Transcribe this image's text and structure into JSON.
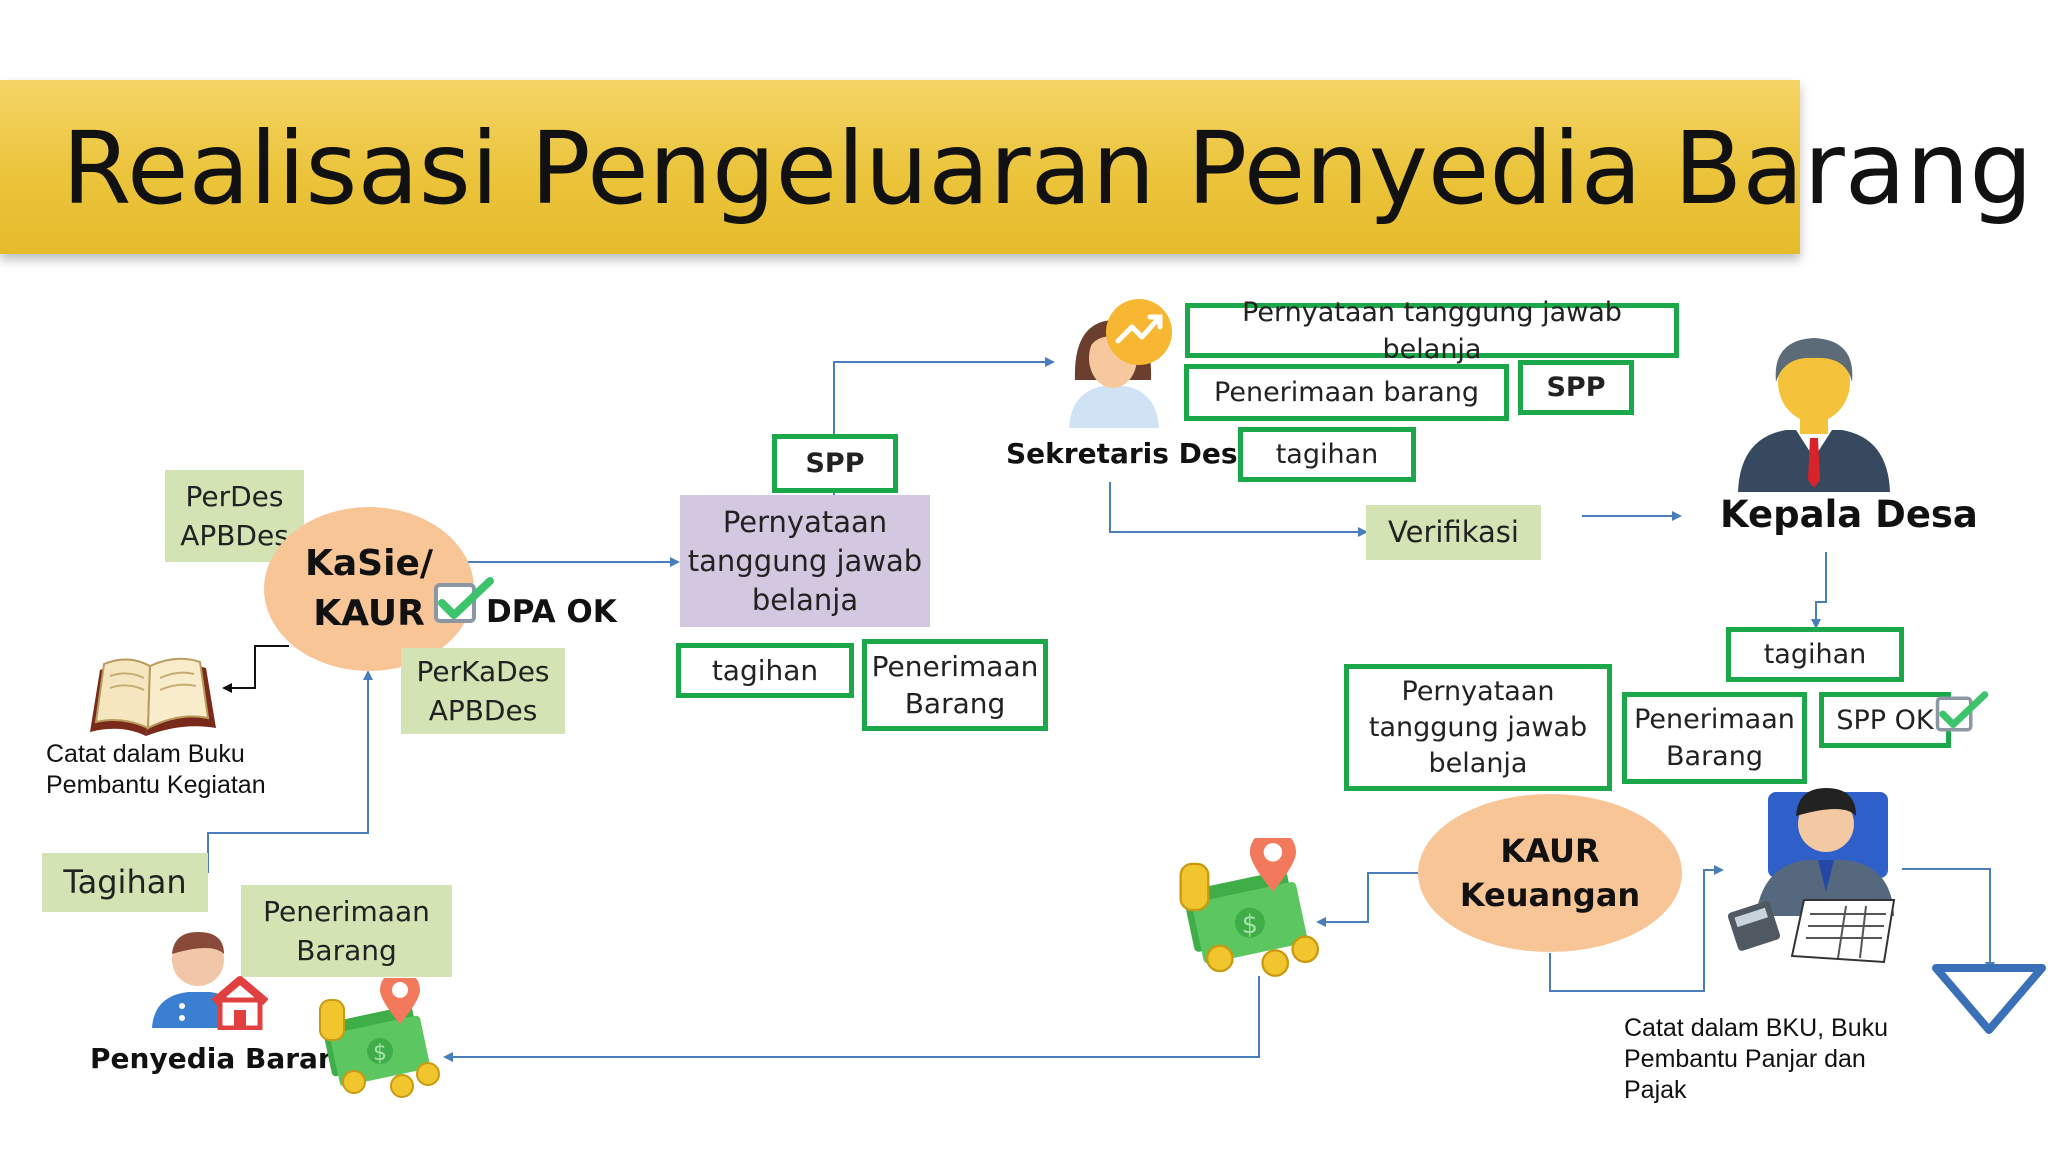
{
  "title": "Realisasi Pengeluaran Penyedia Barang",
  "colors": {
    "banner": "#ebc43b",
    "green_border": "#1aa84b",
    "light_green": "#d4e3b4",
    "purple": "#d4c8e1",
    "orange_oval": "#f8c597",
    "arrow": "#4a7ebb"
  },
  "kasie": {
    "line1": "KaSie/",
    "line2": "KAUR"
  },
  "perdes": {
    "line1": "PerDes",
    "line2": "APBDes"
  },
  "dpa_ok": "DPA OK",
  "perkades": {
    "line1": "PerKaDes",
    "line2": "APBDes"
  },
  "buku": {
    "line1": "Catat dalam Buku",
    "line2": "Pembantu Kegiatan"
  },
  "tagihan_left": "Tagihan",
  "penerimaan_left": {
    "line1": "Penerimaan",
    "line2": "Barang"
  },
  "penyedia": "Penyedia Barang",
  "spp_mid": "SPP",
  "pertanggung_mid": {
    "line1": "Pernyataan",
    "line2": "tanggung jawab",
    "line3": "belanja"
  },
  "tagihan_mid": "tagihan",
  "penerimaan_mid": {
    "line1": "Penerimaan",
    "line2": "Barang"
  },
  "sekretaris": "Sekretaris Desa",
  "top_pertanggung": "Pernyataan tanggung jawab belanja",
  "top_penerimaan": "Penerimaan barang",
  "top_spp": "SPP",
  "top_tagihan": "tagihan",
  "verifikasi": "Verifikasi",
  "kepala": "Kepala Desa",
  "right_tagihan": "tagihan",
  "right_pertanggung": {
    "line1": "Pernyataan",
    "line2": "tanggung jawab",
    "line3": "belanja"
  },
  "right_penerimaan": {
    "line1": "Penerimaan",
    "line2": "Barang"
  },
  "spp_ok": "SPP OK",
  "kaur_keu": {
    "line1": "KAUR",
    "line2": "Keuangan"
  },
  "bku": {
    "line1": "Catat dalam BKU, Buku",
    "line2": "Pembantu Panjar dan",
    "line3": "Pajak"
  },
  "icons": [
    "checkbox-check-icon",
    "book-icon",
    "woman-icon",
    "chart-badge-icon",
    "man-icon",
    "vendor-icon",
    "house-icon",
    "money-icon",
    "location-pin-icon",
    "accountant-icon",
    "triangle-icon"
  ]
}
